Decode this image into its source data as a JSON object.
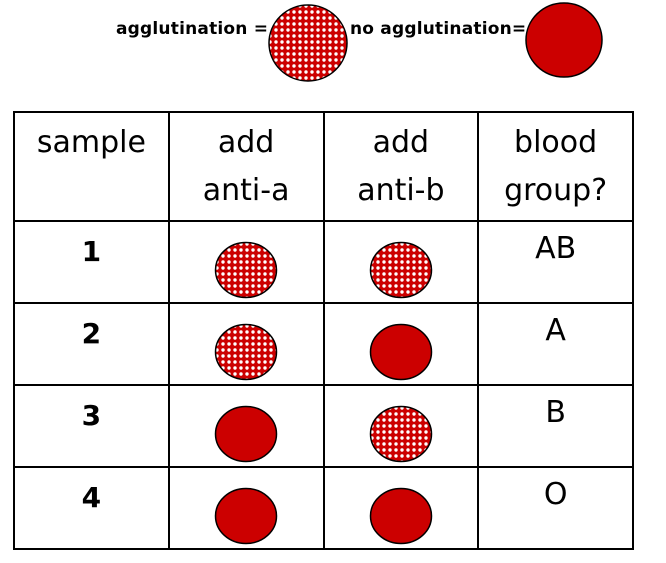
{
  "legend": {
    "agglutination_label": "agglutination =",
    "no_agglutination_label": "no agglutination="
  },
  "colors": {
    "red": "#cc0000",
    "dot_white": "#ffffff",
    "outline": "#000000"
  },
  "table": {
    "headers": [
      {
        "line1": "sample",
        "line2": ""
      },
      {
        "line1": "add",
        "line2": "anti-a"
      },
      {
        "line1": "add",
        "line2": "anti-b"
      },
      {
        "line1": "blood",
        "line2": "group?"
      }
    ],
    "rows": [
      {
        "sample": "1",
        "anti_a": "agglutination",
        "anti_b": "agglutination",
        "group": "AB"
      },
      {
        "sample": "2",
        "anti_a": "agglutination",
        "anti_b": "no-agglutination",
        "group": "A"
      },
      {
        "sample": "3",
        "anti_a": "no-agglutination",
        "anti_b": "agglutination",
        "group": "B"
      },
      {
        "sample": "4",
        "anti_a": "no-agglutination",
        "anti_b": "no-agglutination",
        "group": "O"
      }
    ]
  }
}
